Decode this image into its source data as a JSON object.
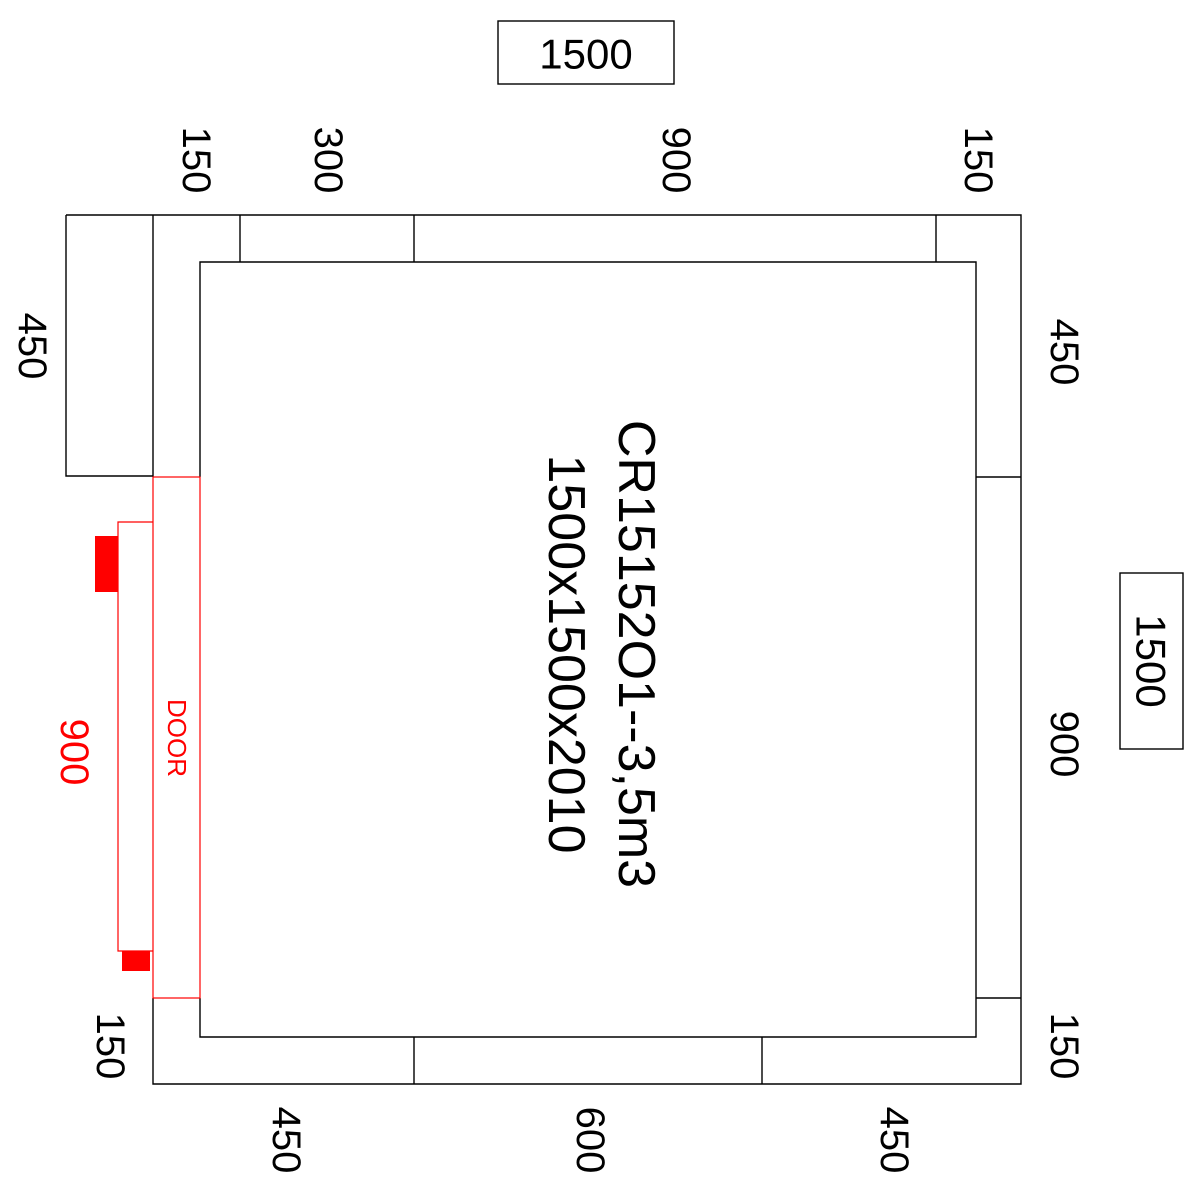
{
  "overall": {
    "width_label": "1500",
    "depth_label": "1500"
  },
  "top_dims": [
    "150",
    "300",
    "900",
    "150"
  ],
  "bottom_dims": [
    "450",
    "600",
    "450"
  ],
  "left_dims": {
    "upper": "450",
    "door": "900",
    "lower": "150"
  },
  "right_dims": {
    "upper": "450",
    "middle": "900",
    "lower": "150"
  },
  "door": {
    "label": "DOOR",
    "width": "900"
  },
  "title": {
    "model": "CR15152O1--3,5m3",
    "dimensions": "1500x1500x2010"
  },
  "colors": {
    "lines": "#000000",
    "door": "#ff0000",
    "background": "#ffffff"
  }
}
